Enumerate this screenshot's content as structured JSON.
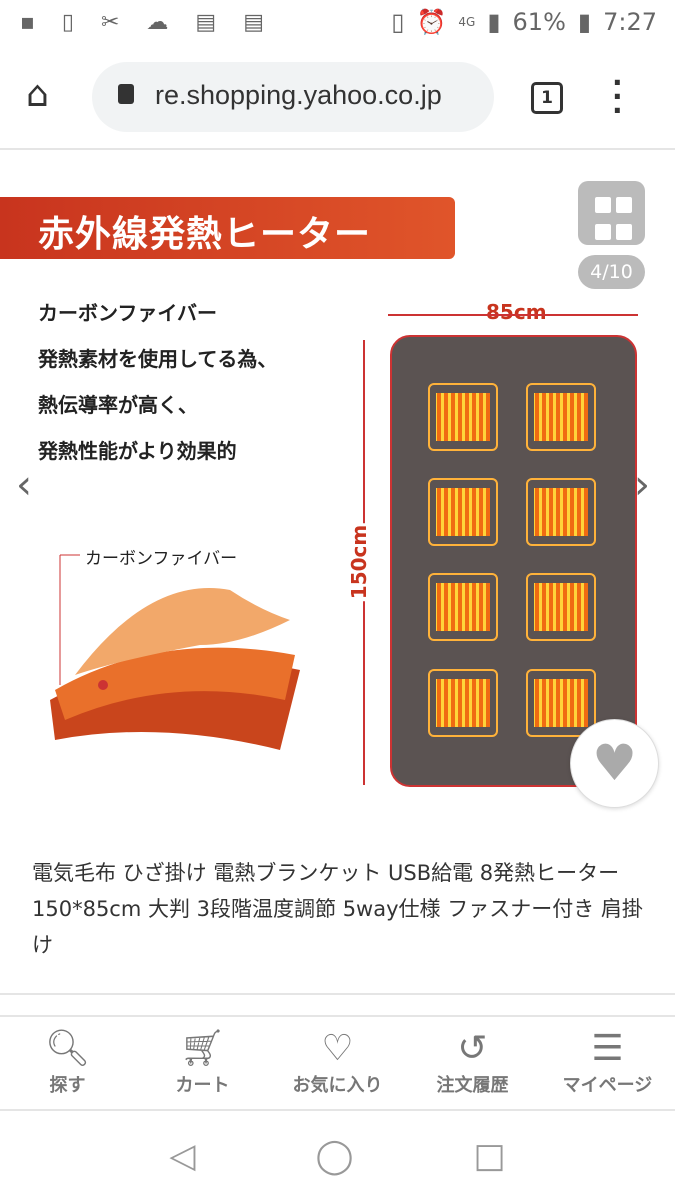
{
  "status_bar": {
    "battery": "61%",
    "time": "7:27",
    "network": "4G",
    "left_icons": [
      "image-icon",
      "alert-icon",
      "tools-icon",
      "cloud-icon",
      "news-icon",
      "news-icon"
    ]
  },
  "browser": {
    "url": "re.shopping.yahoo.co.jp",
    "tab_count": "1"
  },
  "product_image": {
    "banner": "赤外線発熱ヒーター",
    "description_lines": [
      "カーボンファイバー",
      "発熱素材を使用してる為、",
      "熱伝導率が高く、",
      "発熱性能がより効果的"
    ],
    "carbon_label": "カーボンファイバー",
    "width_label": "85cm",
    "height_label": "150cm",
    "counter": "4/10"
  },
  "product_title": "電気毛布 ひざ掛け 電熱ブランケット USB給電 8発熱ヒーター 150*85cm 大判 3段階温度調節 5way仕様 ファスナー付き 肩掛け",
  "bottom_nav": [
    {
      "label": "探す"
    },
    {
      "label": "カート"
    },
    {
      "label": "お気に入り"
    },
    {
      "label": "注文履歴"
    },
    {
      "label": "マイページ"
    }
  ]
}
